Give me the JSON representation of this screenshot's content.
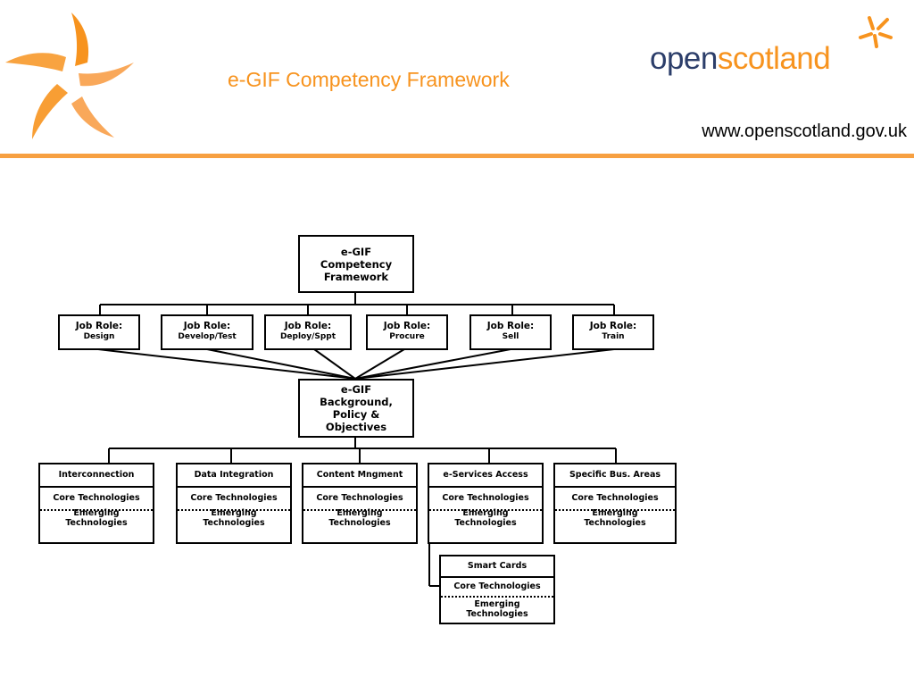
{
  "header": {
    "title": "e-GIF Competency Framework",
    "logo_part1": "open",
    "logo_part2": "scotland",
    "url": "www.openscotland.gov.uk"
  },
  "colors": {
    "accent_orange": "#f7931e",
    "logo_navy": "#2c3e6a",
    "rule_orange": "#f7a041"
  },
  "icons": {
    "pinwheel": "pinwheel-logo-icon",
    "logo_mark": "openscotland-star-icon"
  },
  "diagram": {
    "root": [
      "e-GIF",
      "Competency",
      "Framework"
    ],
    "roles": [
      {
        "label": "Job Role:",
        "name": "Design"
      },
      {
        "label": "Job Role:",
        "name": "Develop/Test"
      },
      {
        "label": "Job Role:",
        "name": "Deploy/Sppt"
      },
      {
        "label": "Job Role:",
        "name": "Procure"
      },
      {
        "label": "Job Role:",
        "name": "Sell"
      },
      {
        "label": "Job Role:",
        "name": "Train"
      }
    ],
    "background": [
      "e-GIF",
      "Background,",
      "Policy &",
      "Objectives"
    ],
    "areas": [
      {
        "title": "Interconnection",
        "core": "Core Technologies",
        "emerging": [
          "Emerging",
          "Technologies"
        ]
      },
      {
        "title": "Data Integration",
        "core": "Core Technologies",
        "emerging": [
          "Emerging",
          "Technologies"
        ]
      },
      {
        "title": "Content Mngment",
        "core": "Core Technologies",
        "emerging": [
          "Emerging",
          "Technologies"
        ]
      },
      {
        "title": "e-Services Access",
        "core": "Core Technologies",
        "emerging": [
          "Emerging",
          "Technologies"
        ]
      },
      {
        "title": "Specific Bus. Areas",
        "core": "Core Technologies",
        "emerging": [
          "Emerging",
          "Technologies"
        ]
      }
    ],
    "sub_area": {
      "title": "Smart Cards",
      "core": "Core Technologies",
      "emerging": [
        "Emerging",
        "Technologies"
      ]
    }
  }
}
